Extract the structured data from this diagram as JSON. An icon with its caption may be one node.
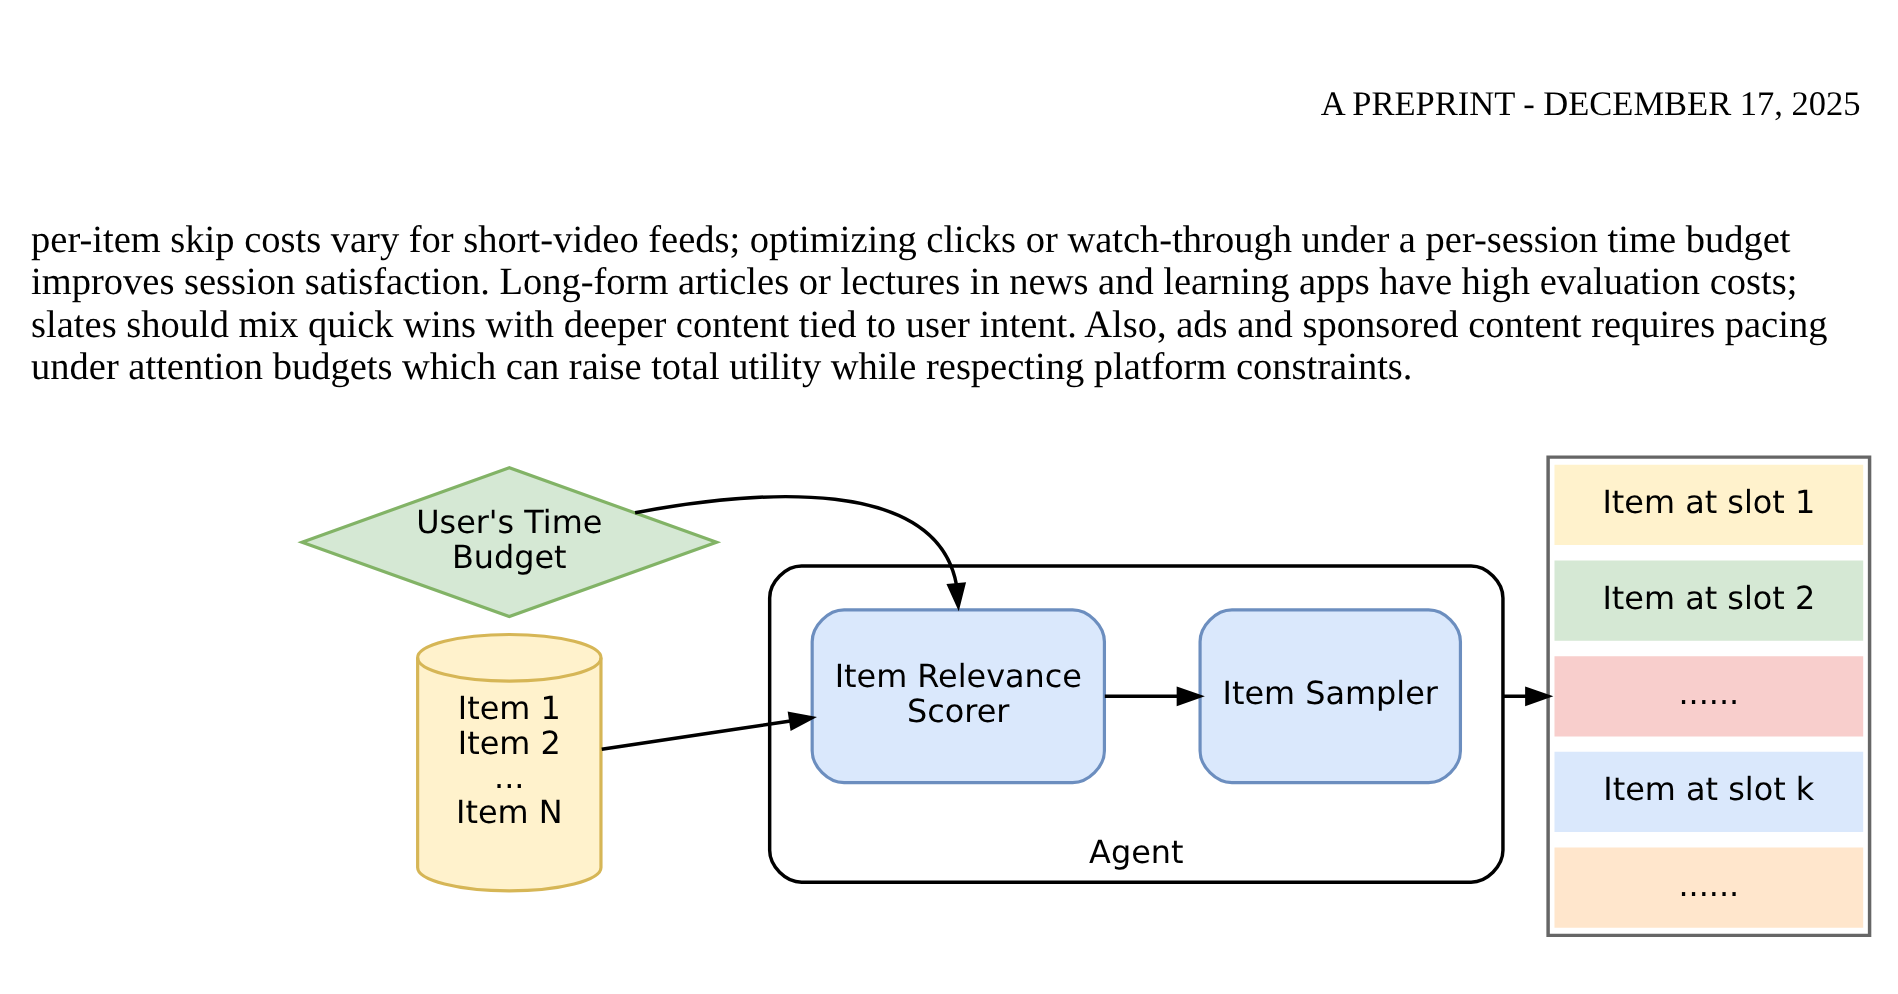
{
  "diagram": {
    "nodes": [
      {
        "text": [
          "User's Time Budget"
        ]
      },
      {
        "text": [
          "Item 1 Item 2 ... Item N"
        ]
      },
      {
        "text": [
          "Agent"
        ]
      },
      {
        "text": [
          "Item Relevance Scorer"
        ],
        "in": 2
      },
      {
        "text": [
          "Item Sampler"
        ],
        "in": 2
      },
      {
        "text": [],
        "shape": "box"
      },
      {
        "text": [
          "Item at slot 1"
        ],
        "in": 5
      },
      {
        "text": [
          "Item at slot 2"
        ],
        "in": 5
      },
      {
        "text": [
          "......"
        ],
        "in": 5
      },
      {
        "text": [
          "Item at slot k"
        ],
        "in": 5
      },
      {
        "text": [
          "......"
        ],
        "in": 5
      }
    ],
    "edges": [
      {
        "from": 0,
        "to": 3,
        "arrow": "to"
      },
      {
        "from": 1,
        "to": 3,
        "arrow": "to"
      },
      {
        "from": 3,
        "to": 4,
        "arrow": "to"
      },
      {
        "from": 2,
        "to": 5,
        "arrow": "to"
      }
    ],
    "labels": [
      "A PREPRINT - DECEMBER 17, 2025",
      "per-item skip costs vary for short-video feeds; optimizing clicks or watch-through under a per-session time budget improves session satisfaction. Long-form articles or lectures in news and learning apps have high evaluation costs; slates should mix quick wins with deeper content tied to user intent. Also, ads and sponsored content requires pacing under attention budgets which can raise total utility while respecting platform constraints."
    ]
  }
}
